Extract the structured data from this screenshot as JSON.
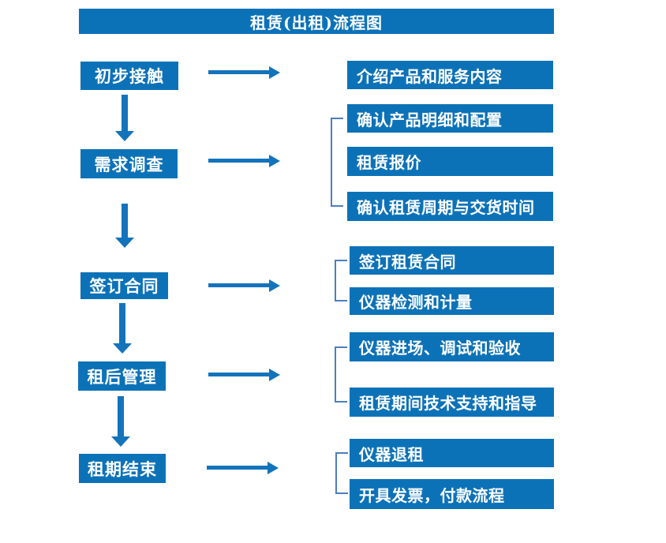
{
  "title": "租赁(出租)流程图",
  "steps": [
    {
      "label": "初步接触",
      "details": [
        "介绍产品和服务内容"
      ]
    },
    {
      "label": "需求调查",
      "details": [
        "确认产品明细和配置",
        "租赁报价",
        "确认租赁周期与交货时间"
      ]
    },
    {
      "label": "签订合同",
      "details": [
        "签订租赁合同",
        "仪器检测和计量"
      ]
    },
    {
      "label": "租后管理",
      "details": [
        "仪器进场、调试和验收",
        "租赁期间技术支持和指导"
      ]
    },
    {
      "label": "租期结束",
      "details": [
        "仪器退租",
        "开具发票，付款流程"
      ]
    }
  ],
  "colors": {
    "box_blue": "#0c72b8",
    "arrow_blue": "#1373bb",
    "bracket_blue": "#4d7ebf",
    "text": "#ffffff",
    "background": "#ffffff"
  }
}
